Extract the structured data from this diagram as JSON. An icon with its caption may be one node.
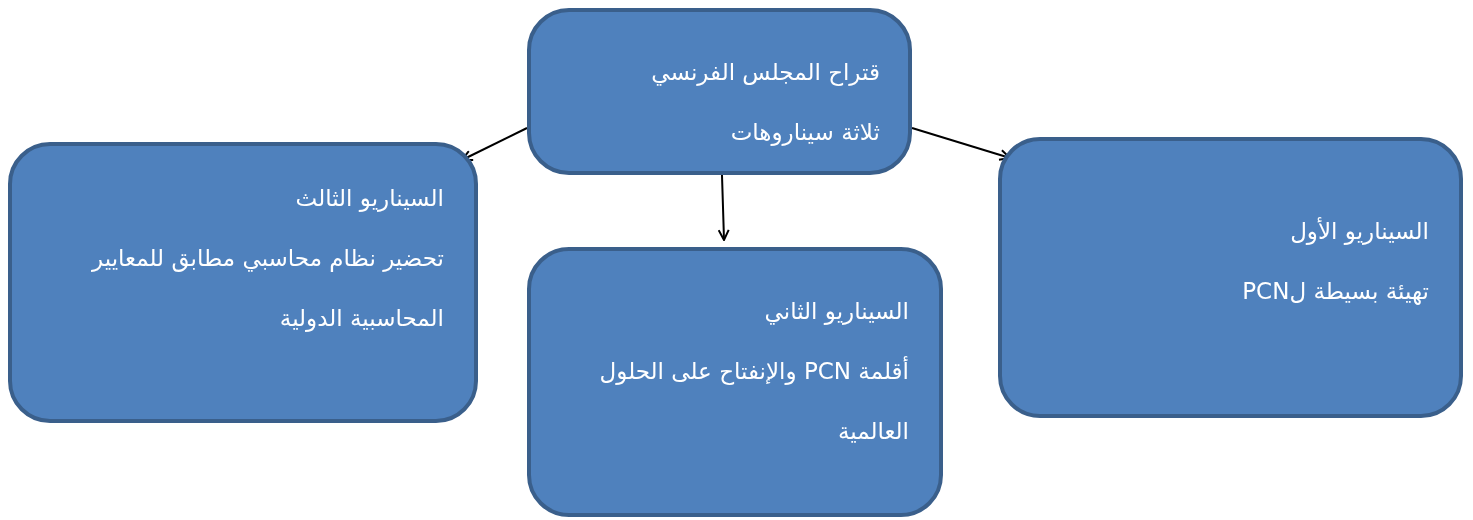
{
  "diagram": {
    "nodes": [
      {
        "text": [
          "قتراح المجلس الفرنسي",
          "ثلاثة سيناروهات"
        ]
      },
      {
        "text": [
          "السيناريو الأول",
          "تهيئة بسيطة لPCN"
        ]
      },
      {
        "text": [
          "السيناريو الثاني",
          "أقلمة PCN والإنفتاح على الحلول العالمية"
        ]
      },
      {
        "text": [
          "السيناريو الثالث",
          "تحضير نظام محاسبي مطابق للمعايير المحاسبية الدولية"
        ]
      }
    ],
    "edges": [
      {
        "from": 0,
        "to": 3,
        "arrow": "to"
      },
      {
        "from": 0,
        "to": 2,
        "arrow": "to"
      },
      {
        "from": 0,
        "to": 1,
        "arrow": "to"
      }
    ]
  }
}
